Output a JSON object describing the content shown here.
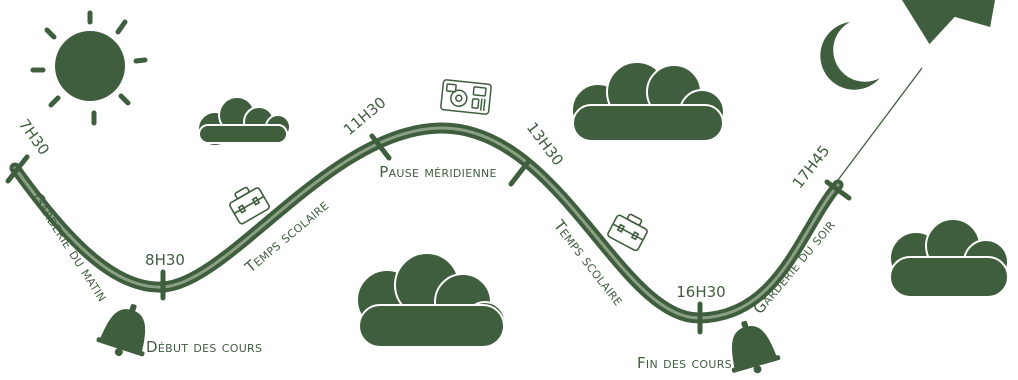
{
  "colors": {
    "primary": "#3f5e3d",
    "track_light": "#8a9f84",
    "background": "#ffffff"
  },
  "times": {
    "t0730": "7H30",
    "t0830": "8H30",
    "t1130": "11H30",
    "t1330": "13H30",
    "t1630": "16H30",
    "t1745": "17H45"
  },
  "segments": {
    "garderie_matin": "Garderie du matin",
    "temps_scolaire_1": "Temps scolaire",
    "pause": "Pause méridienne",
    "temps_scolaire_2": "Temps scolaire",
    "garderie_soir": "Garderie du soir"
  },
  "events": {
    "debut": "Début des cours",
    "fin": "Fin des cours"
  },
  "icons": [
    "sun-icon",
    "moon-icon",
    "cloud-icon",
    "briefcase-icon",
    "lunch-tray-icon",
    "bell-icon",
    "kite-icon"
  ]
}
